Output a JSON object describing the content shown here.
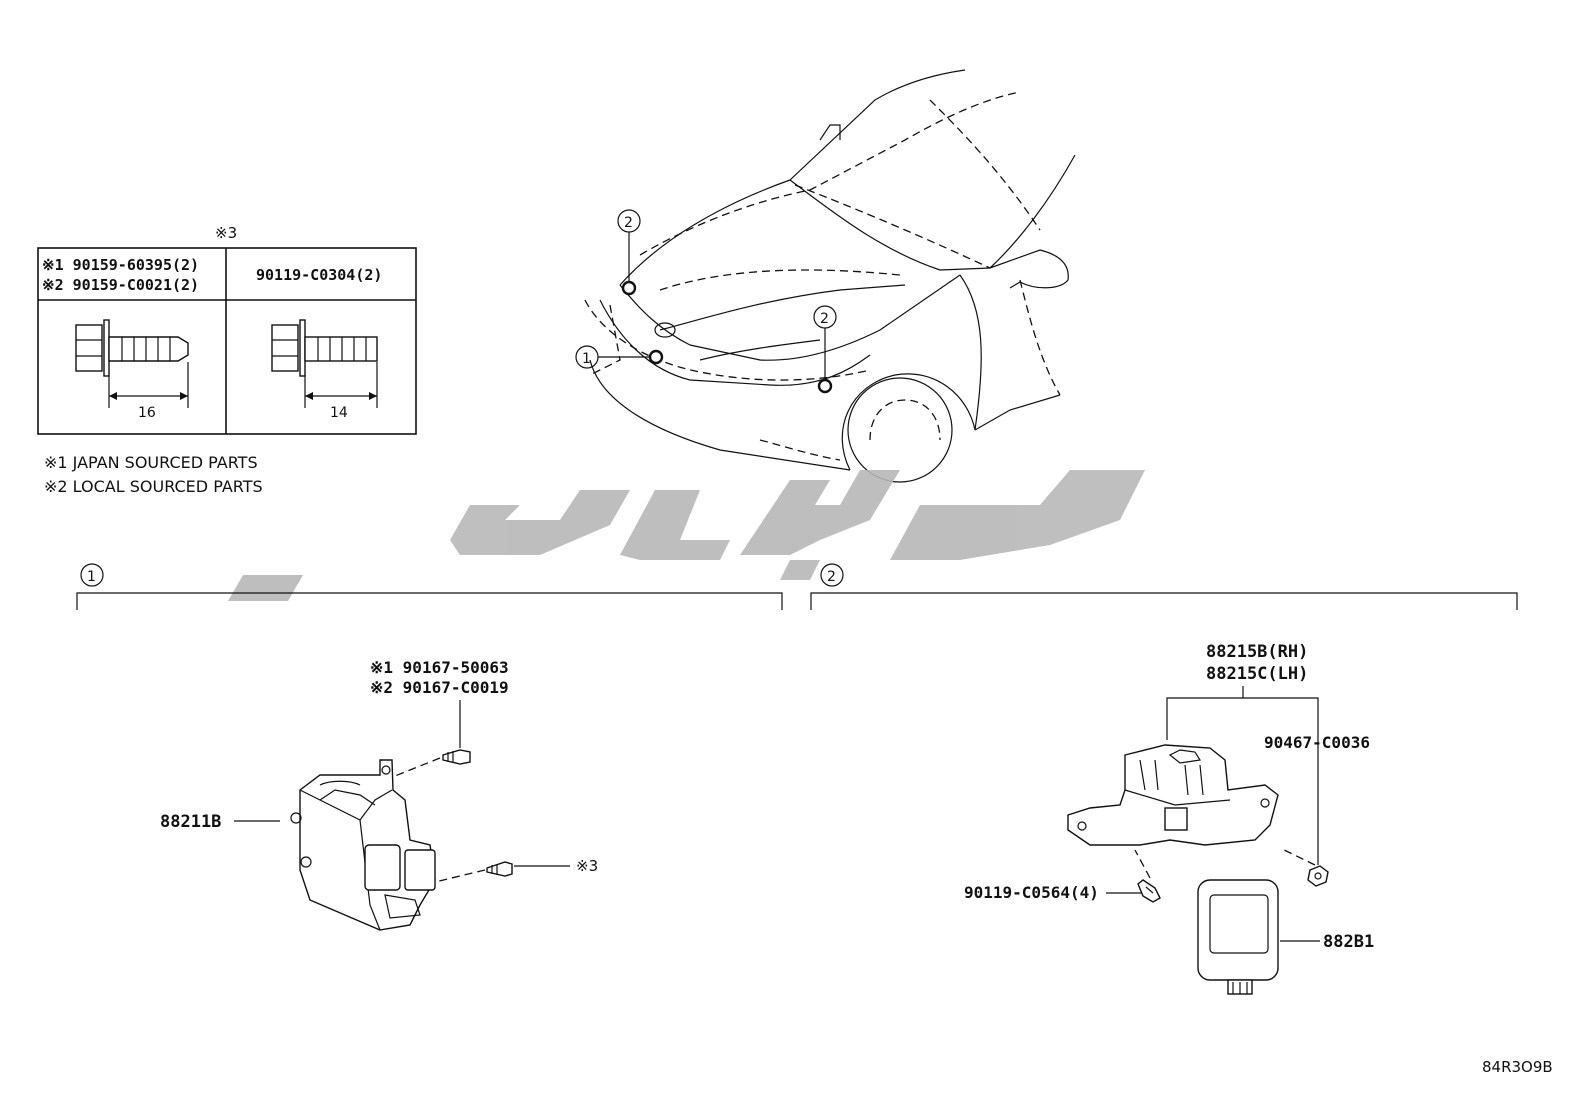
{
  "table": {
    "header": "※3",
    "col1": {
      "line1": "※1 90159-60395(2)",
      "line2": "※2 90159-C0021(2)",
      "dimension": "16"
    },
    "col2": {
      "line1": "90119-C0304(2)",
      "dimension": "14"
    }
  },
  "notes": [
    "※1 JAPAN SOURCED PARTS",
    "※2 LOCAL SOURCED PARTS"
  ],
  "callouts": {
    "one": "1",
    "two": "2"
  },
  "section1": {
    "marker": "1",
    "bolt_line1": "※1 90167-50063",
    "bolt_line2": "※2 90167-C0019",
    "module_part": "88211B",
    "ref": "※3"
  },
  "section2": {
    "marker": "2",
    "bracket_rh": "88215B(RH)",
    "bracket_lh": "88215C(LH)",
    "nut_part": "90467-C0036",
    "screw_part": "90119-C0564(4)",
    "sensor_part": "882B1"
  },
  "watermark": "تاچرک",
  "code": "84R3O9B"
}
